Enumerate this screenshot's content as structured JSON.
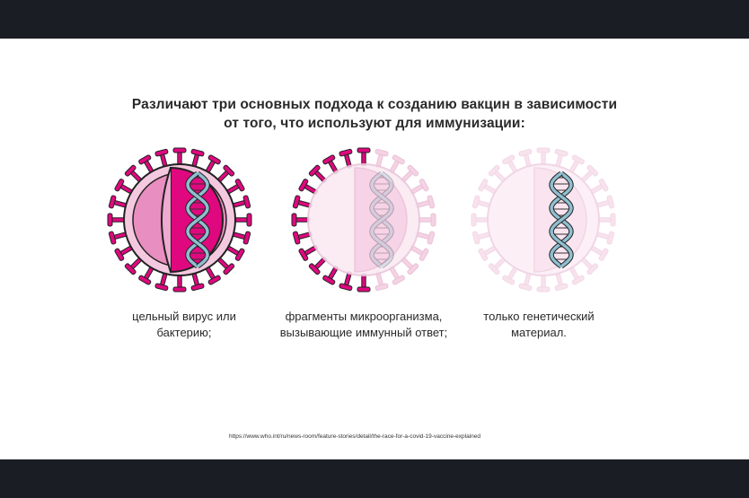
{
  "title": {
    "line1": "Различают три основных подхода к созданию вакцин в зависимости",
    "line2": "от того, что используют для иммунизации:"
  },
  "approaches": [
    {
      "line1": "цельный вирус или",
      "line2": "бактерию;"
    },
    {
      "line1": "фрагменты микроорганизма,",
      "line2": "вызывающие иммунный ответ;"
    },
    {
      "line1": "только генетический",
      "line2": "материал."
    }
  ],
  "source_url": "https://www.who.int/ru/news-room/feature-stories/detail/the-race-for-a-covid-19-vaccine-explained",
  "colors": {
    "magenta": "#e0087f",
    "pink_light": "#f2b8d8",
    "pink_mid": "#e8a3c8",
    "dna_blue": "#8fbfd0",
    "outline": "#222222"
  },
  "icons": [
    "whole-virus-icon",
    "virus-fragments-icon",
    "genetic-material-icon"
  ]
}
